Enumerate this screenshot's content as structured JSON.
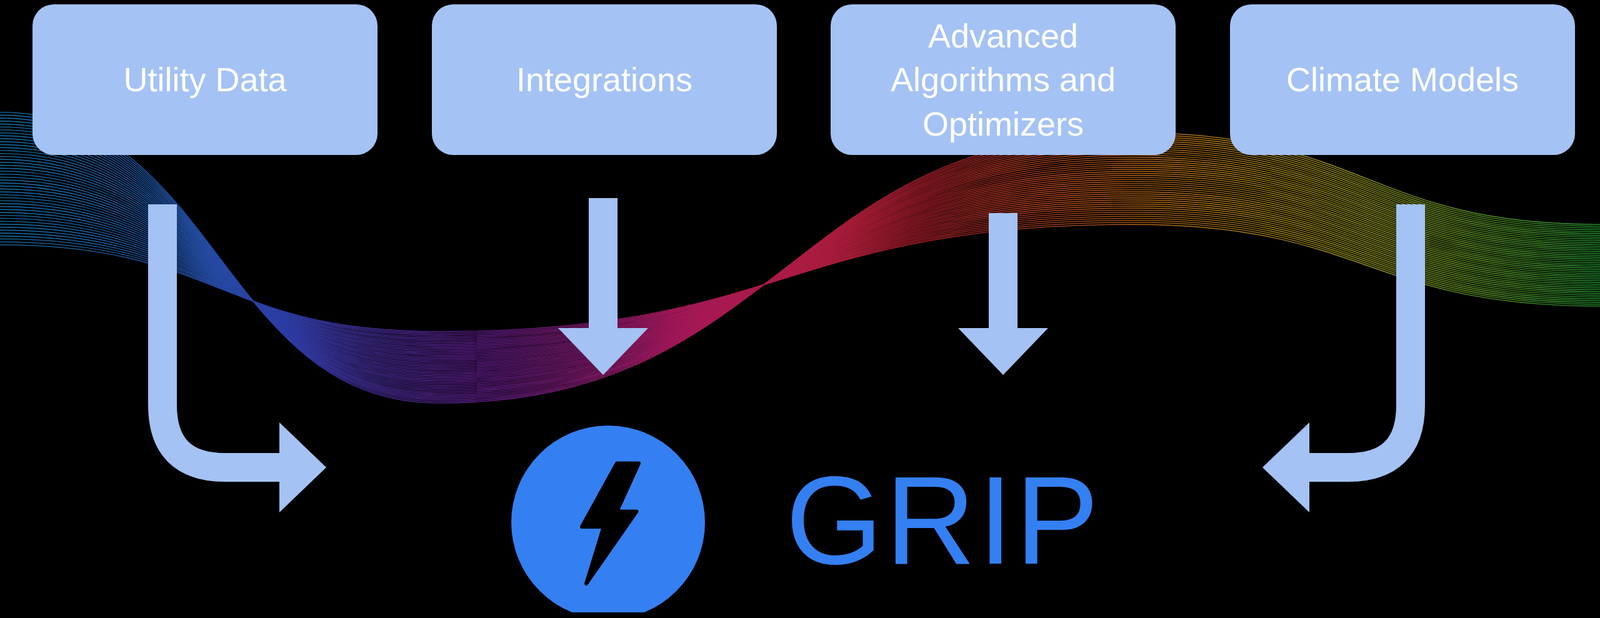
{
  "diagram": {
    "nodes": [
      {
        "text": [
          "Utility Data"
        ]
      },
      {
        "text": [
          "Integrations"
        ]
      },
      {
        "text": [
          "Advanced Algorithms and Optimizers"
        ]
      },
      {
        "text": [
          "Climate Models"
        ]
      },
      {
        "text": [
          "GRIP"
        ]
      }
    ],
    "edges": [
      {
        "from": 0,
        "to": 4,
        "arrow": "to"
      },
      {
        "from": 1,
        "to": 4,
        "arrow": "to"
      },
      {
        "from": 2,
        "to": 4,
        "arrow": "to"
      },
      {
        "from": 3,
        "to": 4,
        "arrow": "to"
      }
    ]
  }
}
